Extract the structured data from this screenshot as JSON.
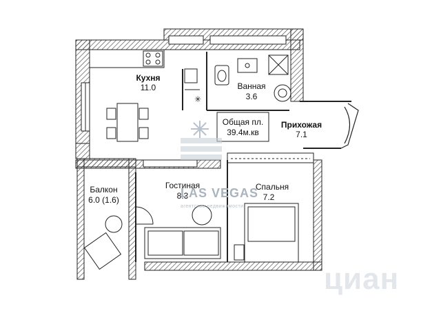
{
  "rooms": {
    "kitchen": {
      "name": "Кухня",
      "area": "11.0"
    },
    "bath": {
      "name": "Ванная",
      "area": "3.6"
    },
    "hall": {
      "name": "Прихожая",
      "area": "7.1"
    },
    "living": {
      "name": "Гостиная",
      "area": "8.3"
    },
    "bedroom": {
      "name": "Спальня",
      "area": "7.2"
    },
    "balcony": {
      "name": "Балкон",
      "area": "6.0 (1.6)"
    }
  },
  "total": {
    "label": "Общая пл.",
    "value": "39.4м.кв"
  },
  "watermarks": {
    "agency": "LAS VEGAS",
    "agency_sub": "агентство недвижимости",
    "portal": "циан"
  },
  "colors": {
    "wall": "#3a3a3a",
    "line": "#222222",
    "watermark": "#b8c2cc"
  }
}
